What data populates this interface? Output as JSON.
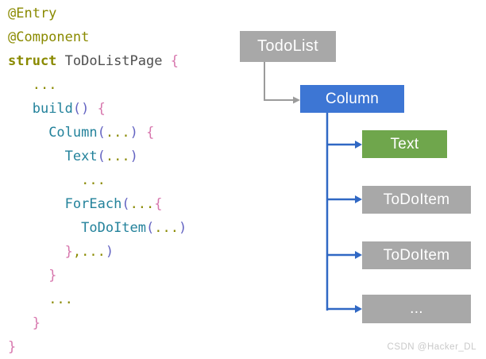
{
  "code": {
    "colors": {
      "olive": "#8a8a00",
      "plain": "#4f4f4f",
      "teal": "#23829b",
      "purple": "#6464c2",
      "pink": "#d776ad"
    },
    "lines": [
      [
        {
          "t": "@Entry",
          "c": "olive"
        }
      ],
      [
        {
          "t": "@Component",
          "c": "olive"
        }
      ],
      [
        {
          "t": "struct",
          "c": "keyword"
        },
        {
          "t": " ToDoListPage ",
          "c": "plain"
        },
        {
          "t": "{",
          "c": "pink"
        }
      ],
      [
        {
          "t": "   ",
          "c": "plain"
        },
        {
          "t": "...",
          "c": "olive"
        }
      ],
      [
        {
          "t": "   ",
          "c": "plain"
        },
        {
          "t": "build",
          "c": "teal"
        },
        {
          "t": "()",
          "c": "purple"
        },
        {
          "t": " ",
          "c": "plain"
        },
        {
          "t": "{",
          "c": "pink"
        }
      ],
      [
        {
          "t": "     ",
          "c": "plain"
        },
        {
          "t": "Column",
          "c": "teal"
        },
        {
          "t": "(",
          "c": "purple"
        },
        {
          "t": "...",
          "c": "olive"
        },
        {
          "t": ")",
          "c": "purple"
        },
        {
          "t": " ",
          "c": "plain"
        },
        {
          "t": "{",
          "c": "pink"
        }
      ],
      [
        {
          "t": "       ",
          "c": "plain"
        },
        {
          "t": "Text",
          "c": "teal"
        },
        {
          "t": "(",
          "c": "purple"
        },
        {
          "t": "...",
          "c": "olive"
        },
        {
          "t": ")",
          "c": "purple"
        }
      ],
      [
        {
          "t": "         ",
          "c": "plain"
        },
        {
          "t": "...",
          "c": "olive"
        }
      ],
      [
        {
          "t": "       ",
          "c": "plain"
        },
        {
          "t": "ForEach",
          "c": "teal"
        },
        {
          "t": "(",
          "c": "purple"
        },
        {
          "t": "...",
          "c": "olive"
        },
        {
          "t": "{",
          "c": "pink"
        }
      ],
      [
        {
          "t": "         ",
          "c": "plain"
        },
        {
          "t": "ToDoItem",
          "c": "teal"
        },
        {
          "t": "(",
          "c": "purple"
        },
        {
          "t": "...",
          "c": "olive"
        },
        {
          "t": ")",
          "c": "purple"
        }
      ],
      [
        {
          "t": "       ",
          "c": "plain"
        },
        {
          "t": "}",
          "c": "pink"
        },
        {
          "t": ",",
          "c": "olive"
        },
        {
          "t": "...",
          "c": "olive"
        },
        {
          "t": ")",
          "c": "purple"
        }
      ],
      [
        {
          "t": "     ",
          "c": "plain"
        },
        {
          "t": "}",
          "c": "pink"
        }
      ],
      [
        {
          "t": "     ",
          "c": "plain"
        },
        {
          "t": "...",
          "c": "olive"
        }
      ],
      [
        {
          "t": "   ",
          "c": "plain"
        },
        {
          "t": "}",
          "c": "pink"
        }
      ],
      [
        {
          "t": "}",
          "c": "pink"
        }
      ]
    ]
  },
  "diagram": {
    "nodes": [
      {
        "id": "todolist",
        "label": "TodoList",
        "color": "#a8a8a8"
      },
      {
        "id": "column",
        "label": "Column",
        "color": "#3d76d4"
      },
      {
        "id": "text",
        "label": "Text",
        "color": "#6fa64c"
      },
      {
        "id": "todoitem-1",
        "label": "ToDoItem",
        "color": "#a8a8a8"
      },
      {
        "id": "todoitem-2",
        "label": "ToDoItem",
        "color": "#a8a8a8"
      },
      {
        "id": "more",
        "label": "...",
        "color": "#a8a8a8"
      }
    ],
    "connector_colors": {
      "gray": "#9b9b9b",
      "blue": "#3068c4"
    }
  },
  "watermark": {
    "text": "CSDN @Hacker_DL",
    "color": "#c9c9c9"
  }
}
